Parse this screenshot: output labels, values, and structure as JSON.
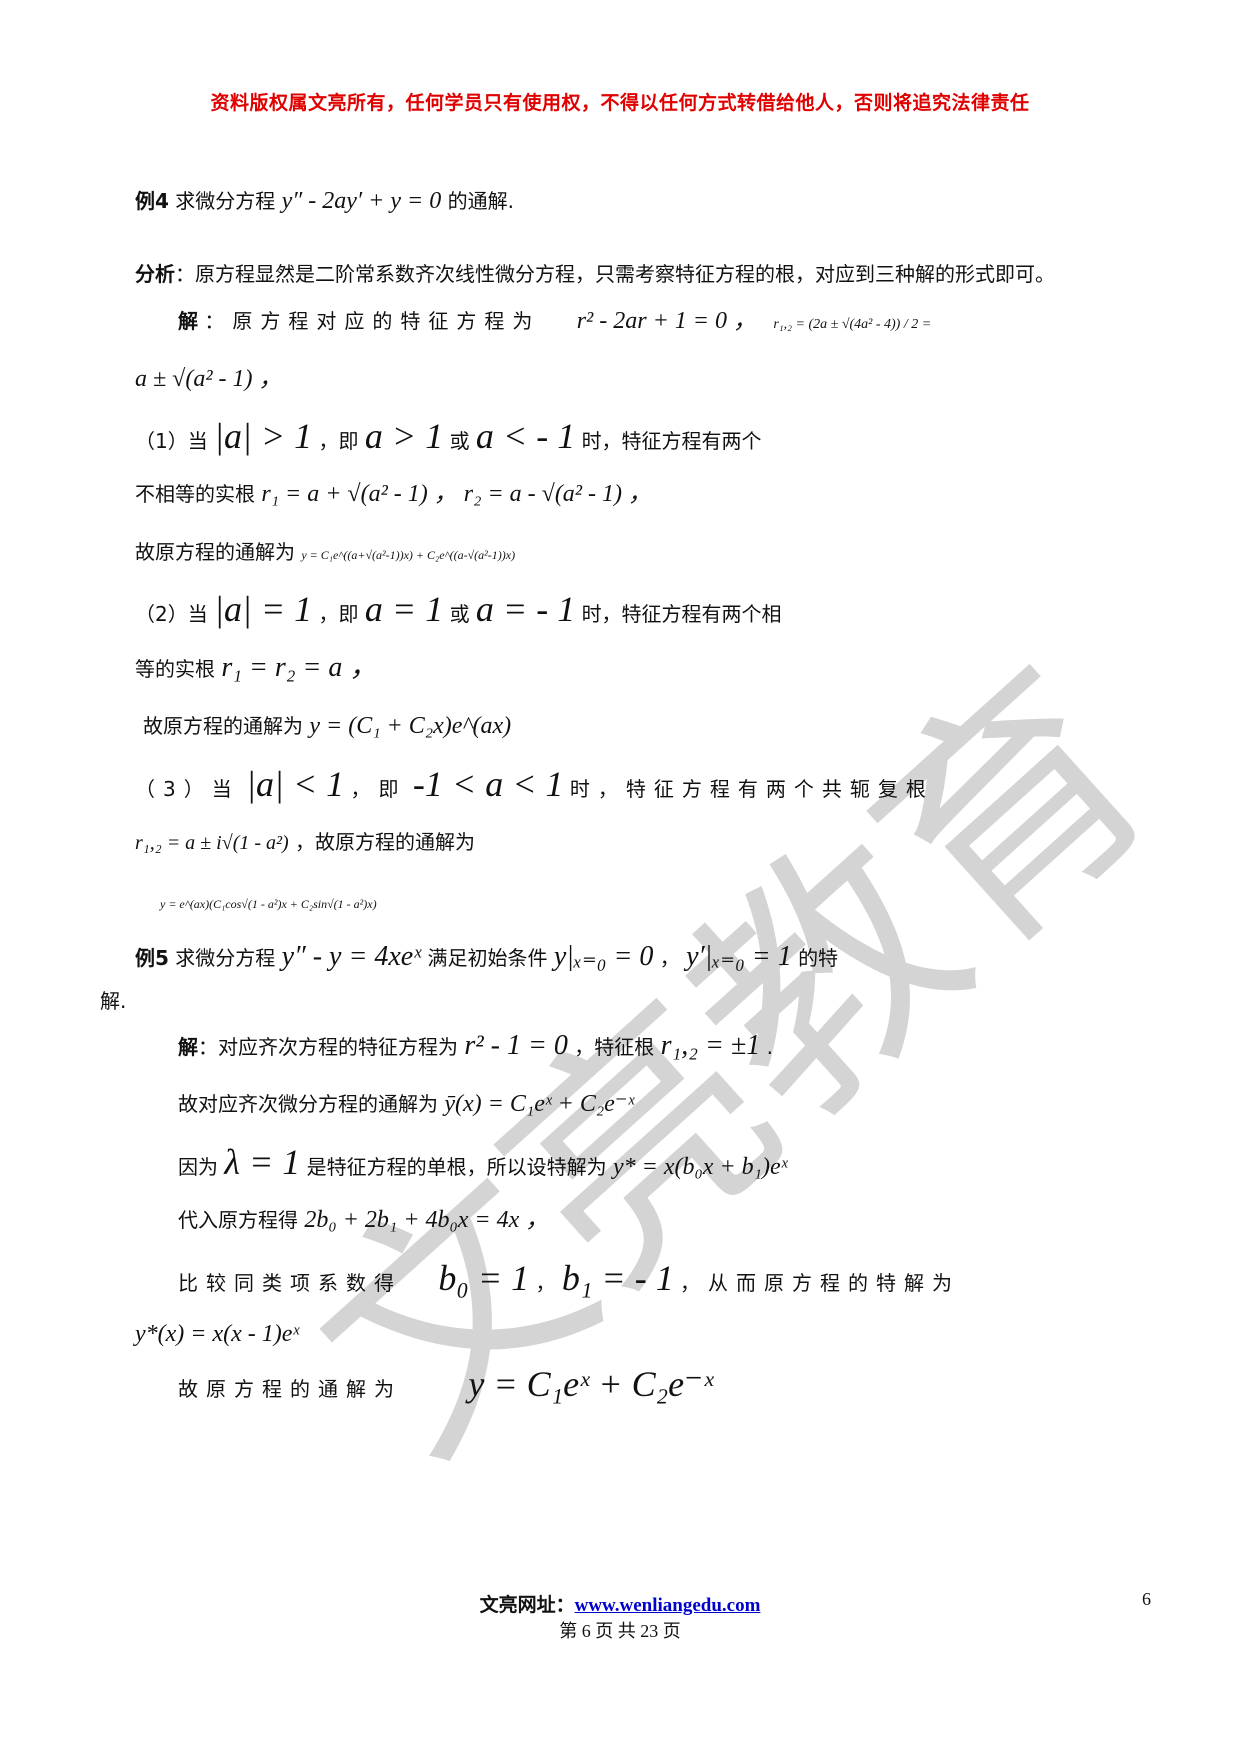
{
  "header": {
    "copyright": "资料版权属文亮所有，任何学员只有使用权，不得以任何方式转借给他人，否则将追究法律责任"
  },
  "ex4": {
    "label": "例4",
    "prefix": "求微分方程",
    "equation": "y″ - 2ay′ + y = 0",
    "suffix": "的通解."
  },
  "analysis": {
    "label": "分析",
    "text": "：原方程显然是二阶常系数齐次线性微分方程，只需考察特征方程的根，对应到三种解的形式即可。"
  },
  "solution": {
    "label": "解",
    "text": "：原方程对应的特征方程为",
    "char_eq": "r² - 2ar + 1 = 0 ，",
    "roots_frac": "r₁,₂ = (2a ± √(4a² - 4)) / 2 =",
    "roots_result": "a ± √(a² - 1) ，"
  },
  "case1": {
    "lead": "（1）当",
    "cond": "|a| > 1",
    "mid": "，即",
    "cond2": "a > 1",
    "or": "或",
    "cond3": "a < - 1",
    "tail": "时，特征方程有两个",
    "line2_text": "不相等的实根",
    "roots": "r₁ = a + √(a² - 1) ， r₂ = a - √(a² - 1) ，",
    "general_label": "故原方程的通解为",
    "general": "y = C₁e^((a+√(a²-1))x) + C₂e^((a-√(a²-1))x)"
  },
  "case2": {
    "lead": "（2）当",
    "cond": "|a| = 1",
    "mid": "，即",
    "cond2": "a = 1",
    "or": "或",
    "cond3": "a = - 1",
    "tail": "时，特征方程有两个相",
    "line2_text": "等的实根",
    "roots": "r₁ = r₂ = a ，",
    "general_label": "故原方程的通解为",
    "general": "y = (C₁ + C₂x)e^(ax)"
  },
  "case3": {
    "lead": "（3）当",
    "cond": "|a| < 1",
    "mid": "，即",
    "cond2": "-1 < a < 1",
    "tail": "时，特征方程有两个共轭复根",
    "roots": "r₁,₂ = a ± i√(1 - a²)",
    "general_label": "，故原方程的通解为",
    "general": "y = e^(ax)(C₁cos√(1 - a²)x + C₂sin√(1 - a²)x)"
  },
  "ex5": {
    "label": "例5",
    "prefix": "求微分方程",
    "equation": "y″ - y = 4xeˣ",
    "middle": "满足初始条件",
    "init1": "y|ₓ₌₀ = 0",
    "sep": "，",
    "init2": "y′|ₓ₌₀ = 1",
    "suffix": "的特",
    "wrap": "解."
  },
  "sol5": {
    "label": "解",
    "text": "：对应齐次方程的特征方程为",
    "char_eq": "r² - 1 = 0",
    "roots_label": "，特征根",
    "roots": "r₁,₂ = ±1",
    "period": ".",
    "homog_label": "故对应齐次微分方程的通解为",
    "homog": "ȳ(x) = C₁eˣ + C₂e⁻ˣ",
    "because": "因为",
    "lambda": "λ = 1",
    "single_root": "是特征方程的单根，所以设特解为",
    "particular_form": "y* = x(b₀x + b₁)eˣ",
    "substitute_label": "代入原方程得",
    "substitute": "2b₀ + 2b₁ + 4b₀x = 4x ，",
    "compare_label": "比较同类项系数得",
    "b0": "b₀ = 1",
    "comma": "，",
    "b1": "b₁ = - 1",
    "compare_tail": "，从而原方程的特解为",
    "particular": "y*(x) = x(x - 1)eˣ",
    "general_label": "故原方程的通解为",
    "general": "y = C₁eˣ + C₂e⁻ˣ"
  },
  "footer": {
    "site_label": "文亮网址：",
    "site_url": "www.wenliangedu.com",
    "page_text": "第 6 页 共 23 页",
    "page_number": "6"
  },
  "watermark": {
    "text": "文亮教育",
    "color": "#d4d4d4"
  }
}
